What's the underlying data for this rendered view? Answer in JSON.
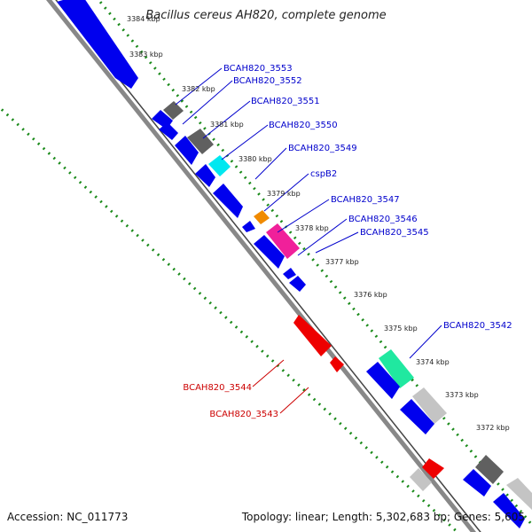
{
  "title": "Bacillus cereus AH820, complete genome",
  "footer": {
    "accession": "Accession: NC_011773",
    "summary": "Topology: linear; Length: 5,302,683 bp; Genes: 5,605"
  },
  "ruler": {
    "first_label": "3384 kbp",
    "labels": [
      "3383 kbp",
      "3382 kbp",
      "3381 kbp",
      "3380 kbp",
      "3379 kbp",
      "3378 kbp",
      "3377 kbp",
      "3376 kbp",
      "3375 kbp",
      "3374 kbp",
      "3373 kbp",
      "3372 kbp"
    ]
  },
  "gene_labels_top": [
    "BCAH820_3553",
    "BCAH820_3552",
    "BCAH820_3551",
    "BCAH820_3550",
    "BCAH820_3549",
    "cspB2",
    "BCAH820_3547",
    "BCAH820_3546",
    "BCAH820_3545",
    "BCAH820_3542"
  ],
  "gene_labels_bottom": [
    "BCAH820_3544",
    "BCAH820_3543"
  ],
  "colors": {
    "blue": "#0000ee",
    "dark_gray": "#606060",
    "light_gray": "#c4c4c4",
    "cyan": "#00e8f0",
    "orange": "#f08a00",
    "pink": "#f0209a",
    "red": "#ee0000",
    "mint": "#20e8a0",
    "label_blue": "#0000cc",
    "label_red": "#cc0000",
    "tick_green": "#1a8a1a"
  }
}
